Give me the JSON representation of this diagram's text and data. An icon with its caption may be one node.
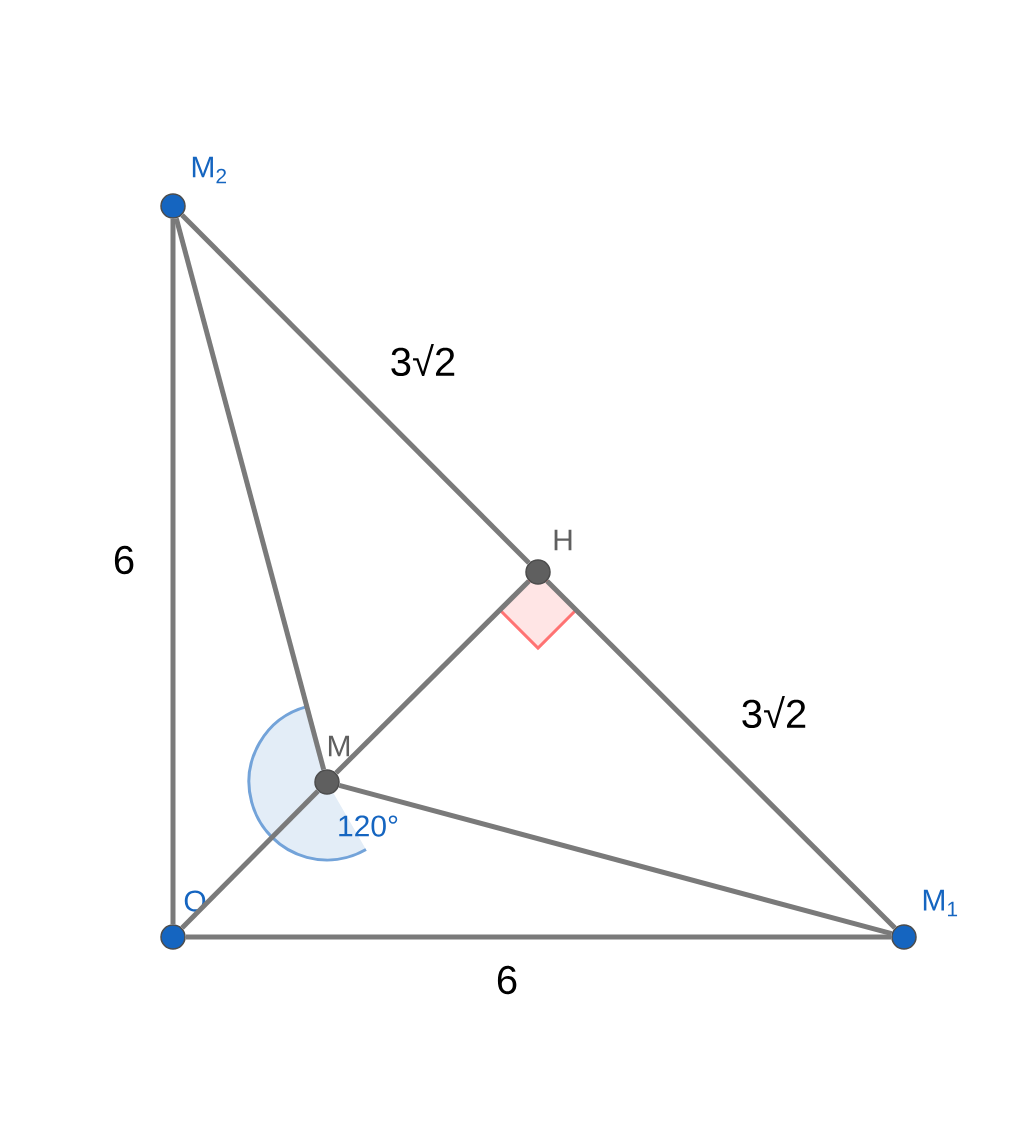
{
  "diagram": {
    "nodes": [
      {
        "text": [
          "M$_{2}$"
        ]
      },
      {
        "text": [
          "H"
        ]
      },
      {
        "text": [
          "M"
        ]
      },
      {
        "text": [
          "O"
        ]
      },
      {
        "text": [
          "M$_{1}$"
        ]
      }
    ],
    "edges": [
      {
        "from": 3,
        "to": 0,
        "arrow": "none",
        "label": "6"
      },
      {
        "from": 0,
        "to": 1,
        "arrow": "none",
        "label": "3√2"
      },
      {
        "from": 1,
        "to": 4,
        "arrow": "none",
        "label": "3√2"
      },
      {
        "from": 0,
        "to": 2,
        "arrow": "none"
      },
      {
        "from": 3,
        "to": 2,
        "arrow": "none"
      },
      {
        "from": 2,
        "to": 1,
        "arrow": "none"
      },
      {
        "from": 2,
        "to": 4,
        "arrow": "none"
      },
      {
        "from": 3,
        "to": 4,
        "arrow": "none",
        "label": "6"
      }
    ],
    "labels": [
      "120°"
    ]
  }
}
